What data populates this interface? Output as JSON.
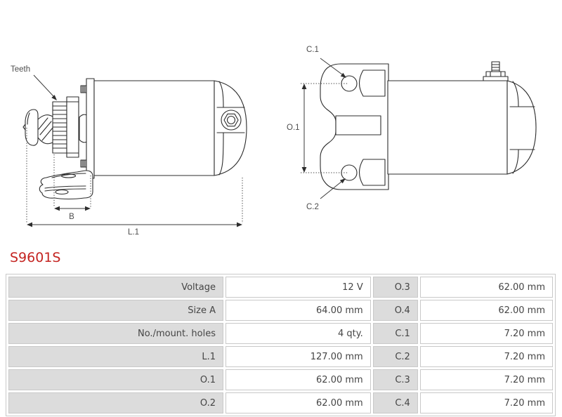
{
  "title": "S9601S",
  "colors": {
    "title_red": "#c42421",
    "label_cell_bg": "#dcdcdc",
    "cell_border": "#c9c9c9",
    "table_text": "#454545",
    "line_color": "#2d2d2d"
  },
  "diagram": {
    "left_view": {
      "teeth_label": "Teeth",
      "dim_b_label": "B",
      "dim_l1_label": "L.1"
    },
    "right_view": {
      "c1_label": "C.1",
      "c2_label": "C.2",
      "o1_label": "O.1"
    }
  },
  "spec_table": {
    "rows": [
      {
        "label_left": "Voltage",
        "value_left": "12 V",
        "label_right": "O.3",
        "value_right": "62.00 mm"
      },
      {
        "label_left": "Size A",
        "value_left": "64.00 mm",
        "label_right": "O.4",
        "value_right": "62.00 mm"
      },
      {
        "label_left": "No./mount. holes",
        "value_left": "4 qty.",
        "label_right": "C.1",
        "value_right": "7.20 mm"
      },
      {
        "label_left": "L.1",
        "value_left": "127.00 mm",
        "label_right": "C.2",
        "value_right": "7.20 mm"
      },
      {
        "label_left": "O.1",
        "value_left": "62.00 mm",
        "label_right": "C.3",
        "value_right": "7.20 mm"
      },
      {
        "label_left": "O.2",
        "value_left": "62.00 mm",
        "label_right": "C.4",
        "value_right": "7.20 mm"
      }
    ]
  }
}
